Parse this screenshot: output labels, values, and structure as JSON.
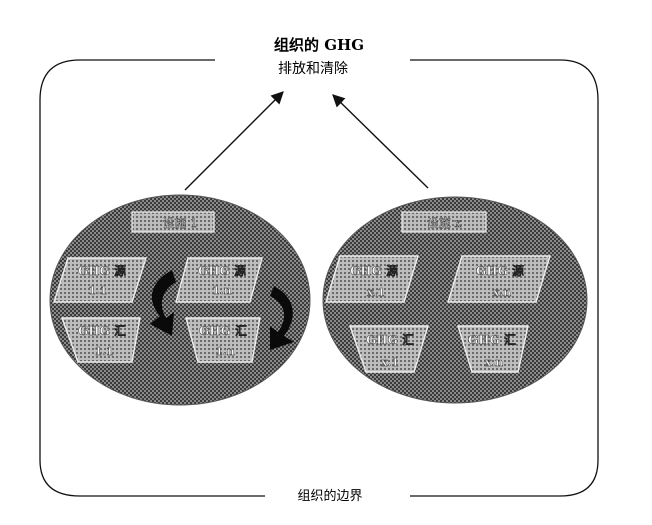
{
  "diagram": {
    "title_line1": "组织的 GHG",
    "title_line2": "排放和清除",
    "boundary_label": "组织的边界",
    "left_facility": {
      "label": "设施 1",
      "source_a": {
        "line1": "GHG 源",
        "line2": "1.1"
      },
      "source_b": {
        "line1": "GHG 源",
        "line2": "1.n"
      },
      "sink_a": {
        "line1": "GHG 汇",
        "line2": "1.1"
      },
      "sink_b": {
        "line1": "GHG 汇",
        "line2": "1.n"
      }
    },
    "right_facility": {
      "label": "设施 x",
      "source_a": {
        "line1": "GHG 源",
        "line2": "x.1"
      },
      "source_b": {
        "line1": "GHG 源",
        "line2": "x.n"
      },
      "sink_a": {
        "line1": "GHG 汇",
        "line2": "x.1"
      },
      "sink_b": {
        "line1": "GHG 汇",
        "line2": "x.n"
      }
    },
    "colors": {
      "line": "#111111",
      "hatch_dark": "#3a3a3a",
      "hatch_light": "#9a9a9a",
      "label_bg": "#f4f4f4"
    }
  }
}
